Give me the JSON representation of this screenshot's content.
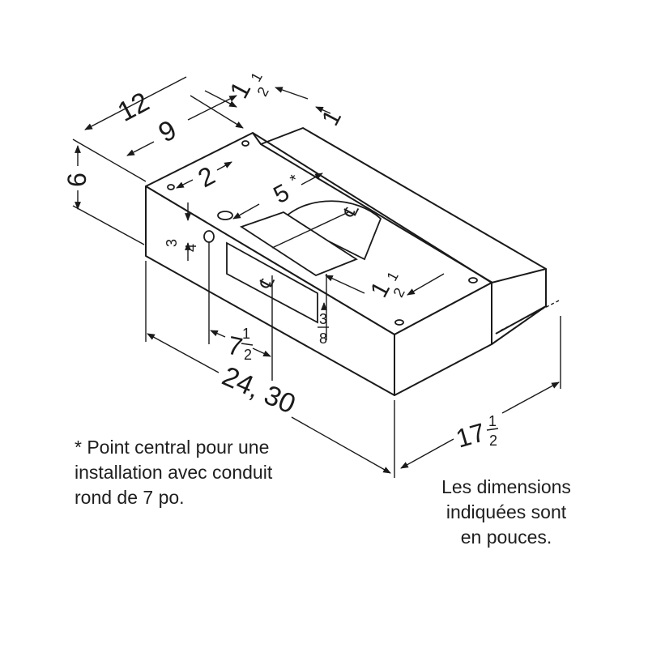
{
  "diagram": {
    "dimensions": {
      "total_depth": "12",
      "depth_to_center": "9",
      "rear_offset": "2",
      "side_offset_num": "3",
      "side_offset_den": "4",
      "duct_center": "5",
      "duct_center_mark": "*",
      "top_offset_whole": "1",
      "top_offset_num": "1",
      "top_offset_den": "2",
      "front_offset": "1",
      "height": "6",
      "lamp_offset_whole": "1",
      "lamp_offset_num": "1",
      "lamp_offset_den": "2",
      "lamp_height_num": "3",
      "lamp_height_den": "8",
      "center_offset_whole": "7",
      "center_offset_num": "1",
      "center_offset_den": "2",
      "width": "24, 30",
      "front_depth_whole": "17",
      "front_depth_num": "1",
      "front_depth_den": "2"
    },
    "centerline_symbol": "℄"
  },
  "notes": {
    "footnote": [
      "* Point central pour une",
      "installation avec conduit",
      "rond de 7 po."
    ],
    "units": [
      "Les dimensions",
      "indiquées sont",
      "en pouces."
    ]
  },
  "colors": {
    "line": "#1a1a1a",
    "background": "#ffffff"
  }
}
